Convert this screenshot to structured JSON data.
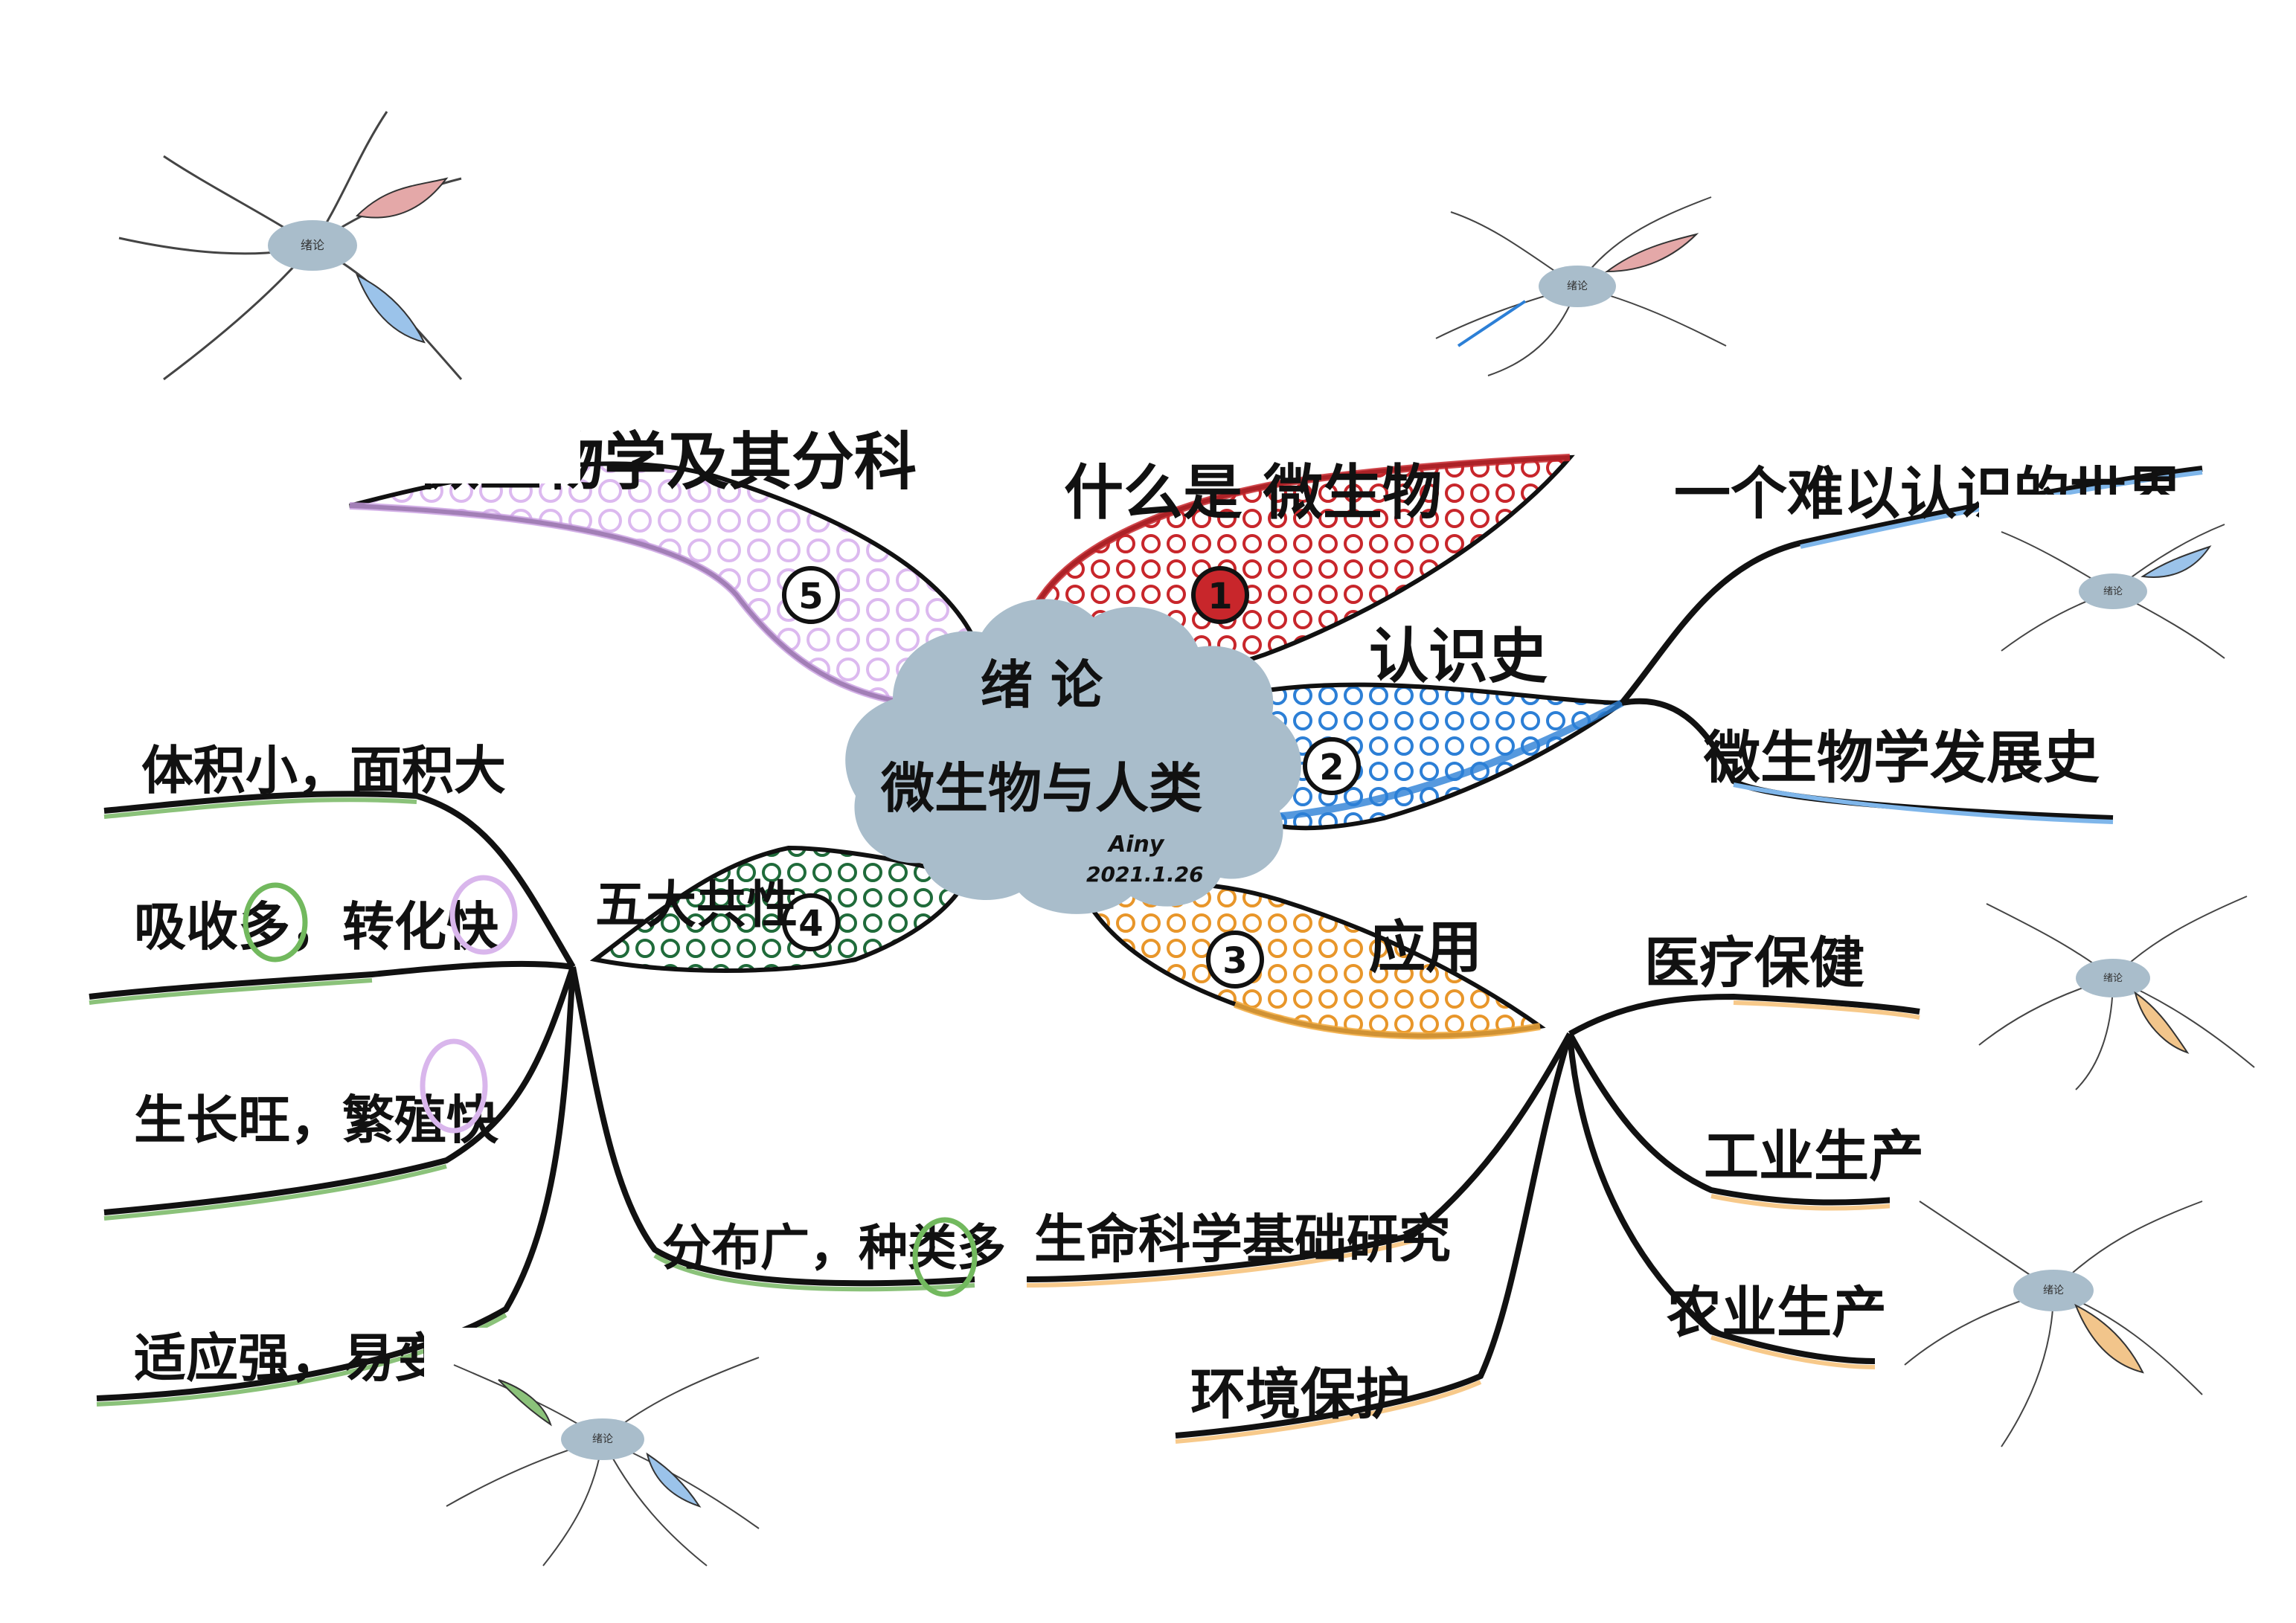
{
  "center": {
    "title": "绪 论",
    "subtitle": "微生物与人类",
    "signature": "Ainy",
    "date": "2021.1.26"
  },
  "branches": [
    {
      "number": "1",
      "label": "什么是 微生物",
      "color": "#c8262b",
      "fill_dots": "#c8262b",
      "sub": []
    },
    {
      "number": "2",
      "label": "认识史",
      "color": "#2c7fd6",
      "fill_dots": "#2c7fd6",
      "sub": [
        "一个难以认识的世界",
        "微生物学发展史"
      ]
    },
    {
      "number": "3",
      "label": "应用",
      "color": "#f2a93b",
      "fill_dots": "#e8962a",
      "sub": [
        "医疗保健",
        "工业生产",
        "农业生产",
        "环境保护",
        "生命科学基础研究"
      ]
    },
    {
      "number": "4",
      "label": "五大共性",
      "color": "#1f6b3a",
      "fill_dots": "#1f6b3a",
      "sub": [
        "体积小，面积大",
        "吸收多，转化快",
        "生长旺，繁殖快",
        "适应强，易变异",
        "分布广，种类多"
      ]
    },
    {
      "number": "5",
      "label": "微生物学及其分科",
      "color": "#c79be0",
      "fill_dots": "#d9b6ec",
      "sub": []
    }
  ],
  "thumbnails": [
    {
      "id": "5",
      "title": "绪论"
    },
    {
      "id": "1",
      "title": "绪论"
    },
    {
      "id": "2",
      "title": "绪论"
    },
    {
      "id": "3",
      "title": "绪论"
    },
    {
      "id": "3b",
      "title": "绪论"
    },
    {
      "id": "4",
      "title": "绪论"
    }
  ],
  "colors": {
    "cloud": "#a9bdcb",
    "ink": "#111111"
  }
}
